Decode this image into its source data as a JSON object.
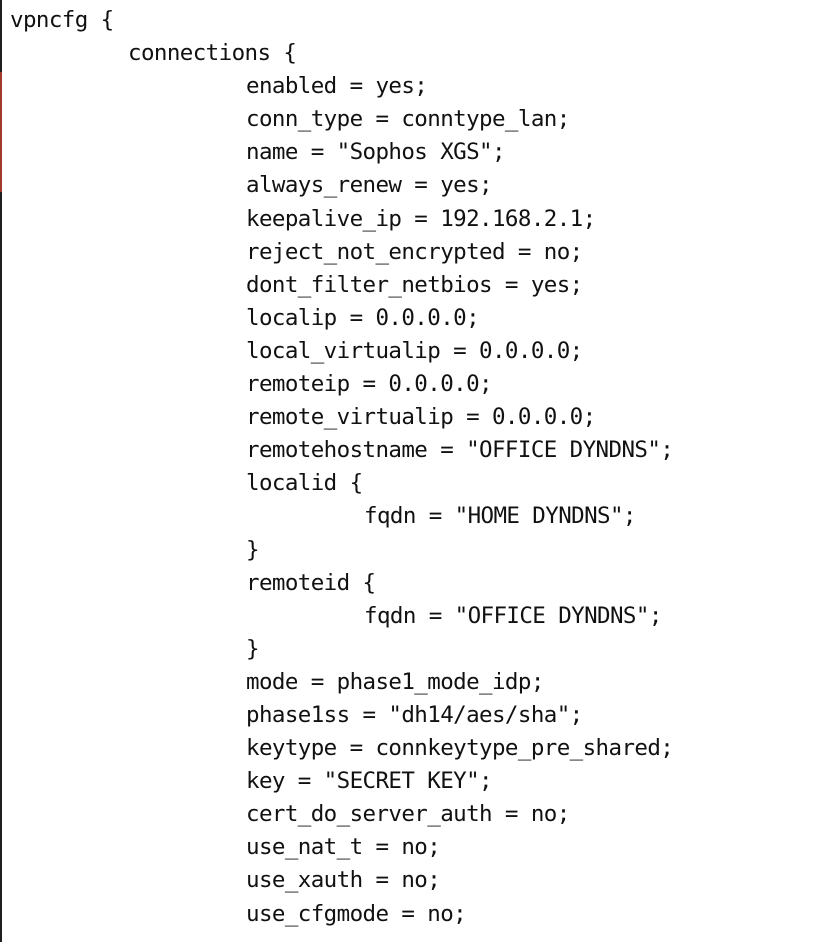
{
  "editor": {
    "lines": [
      {
        "indent": 0,
        "text": "vpncfg {"
      },
      {
        "indent": 1,
        "text": "connections {"
      },
      {
        "indent": 2,
        "text": "enabled = yes;"
      },
      {
        "indent": 2,
        "text": "conn_type = conntype_lan;"
      },
      {
        "indent": 2,
        "text": "name = \"Sophos XGS\";"
      },
      {
        "indent": 2,
        "text": "always_renew = yes;"
      },
      {
        "indent": 2,
        "text": "keepalive_ip = 192.168.2.1;"
      },
      {
        "indent": 2,
        "text": "reject_not_encrypted = no;"
      },
      {
        "indent": 2,
        "text": "dont_filter_netbios = yes;"
      },
      {
        "indent": 2,
        "text": "localip = 0.0.0.0;"
      },
      {
        "indent": 2,
        "text": "local_virtualip = 0.0.0.0;"
      },
      {
        "indent": 2,
        "text": "remoteip = 0.0.0.0;"
      },
      {
        "indent": 2,
        "text": "remote_virtualip = 0.0.0.0;"
      },
      {
        "indent": 2,
        "text": "remotehostname = \"OFFICE DYNDNS\";"
      },
      {
        "indent": 2,
        "text": "localid {"
      },
      {
        "indent": 3,
        "text": "fqdn = \"HOME DYNDNS\";"
      },
      {
        "indent": 2,
        "text": "}"
      },
      {
        "indent": 2,
        "text": "remoteid {"
      },
      {
        "indent": 3,
        "text": "fqdn = \"OFFICE DYNDNS\";"
      },
      {
        "indent": 2,
        "text": "}"
      },
      {
        "indent": 2,
        "text": "mode = phase1_mode_idp;"
      },
      {
        "indent": 2,
        "text": "phase1ss = \"dh14/aes/sha\";"
      },
      {
        "indent": 2,
        "text": "keytype = connkeytype_pre_shared;"
      },
      {
        "indent": 2,
        "text": "key = \"SECRET KEY\";"
      },
      {
        "indent": 2,
        "text": "cert_do_server_auth = no;"
      },
      {
        "indent": 2,
        "text": "use_nat_t = no;"
      },
      {
        "indent": 2,
        "text": "use_xauth = no;"
      },
      {
        "indent": 2,
        "text": "use_cfgmode = no;"
      }
    ]
  },
  "colors": {
    "background": "#ffffff",
    "text": "#111111",
    "edge": "#1e1e1e",
    "edge_accent": "#a03a2a"
  }
}
